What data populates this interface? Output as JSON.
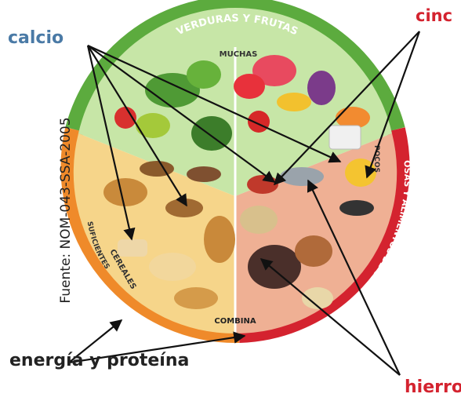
{
  "colors": {
    "green_band": "#5cab3e",
    "orange_band": "#ef8a2a",
    "red_band": "#d4232f",
    "calcio": "#4a7aa6",
    "cinc": "#d4232f",
    "energia": "#222222",
    "hierro": "#d4232f"
  },
  "plate": {
    "top_band": "VERDURAS Y FRUTAS",
    "top_amount": "MUCHAS",
    "left_amount": "SUFICIENTES",
    "left_band": "CEREALES",
    "bottom_amount": "COMBINA",
    "right_band": "LEGUMINOSAS Y ALIMENTOS DE ORIGEN ANIMAL",
    "right_amount": "POCOS"
  },
  "source": "Fuente: NOM-043-SSA-2005",
  "callouts": {
    "calcio": "calcio",
    "cinc": "cinc",
    "energia": "energía y proteína",
    "hierro": "hierro"
  }
}
